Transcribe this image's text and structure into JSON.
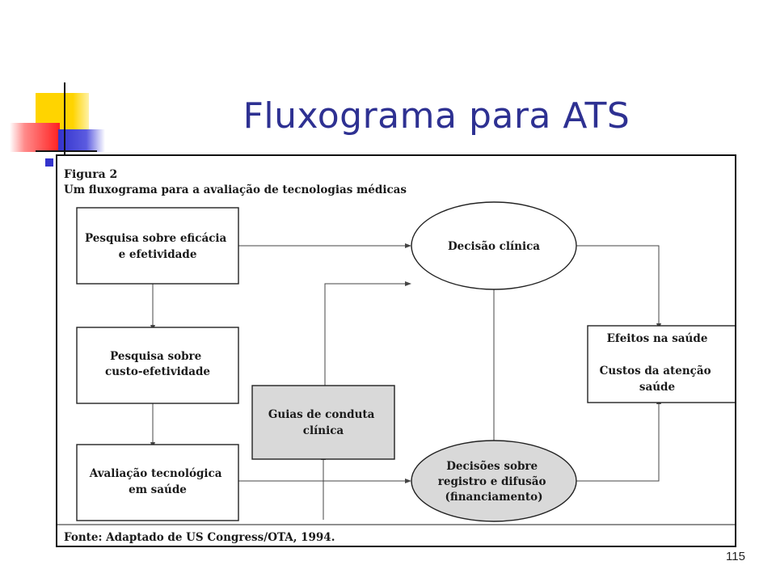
{
  "slide": {
    "title": "Fluxograma para ATS",
    "page_number": "115",
    "accent_colors": {
      "yellow": "#ffd400",
      "red": "#ff3030",
      "blue": "#3333cc",
      "title": "#2e3192"
    }
  },
  "figure": {
    "label": "Figura 2",
    "caption": "Um fluxograma para a avaliação de tecnologias médicas",
    "source": "Fonte: Adaptado de US Congress/OTA, 1994.",
    "nodes": {
      "eficacia": [
        "Pesquisa sobre eficácia",
        "e efetividade"
      ],
      "custo": [
        "Pesquisa sobre",
        "custo-efetividade"
      ],
      "avaliacao": [
        "Avaliação tecnológica",
        "em saúde"
      ],
      "guias": [
        "Guias de conduta",
        "clínica"
      ],
      "decisao_clinica": [
        "Decisão clínica"
      ],
      "decisoes_registro": [
        "Decisões sobre",
        "registro e difusão",
        "(financiamento)"
      ],
      "efeitos": [
        "Efeitos na saúde"
      ],
      "custos": [
        "Custos da atenção",
        "saúde"
      ]
    }
  }
}
